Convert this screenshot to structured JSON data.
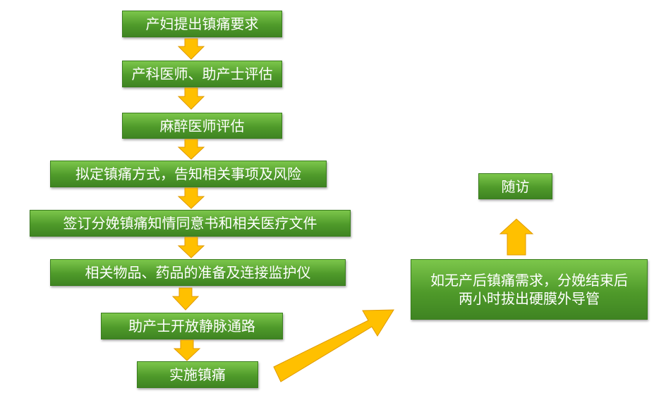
{
  "colors": {
    "box_top": "#7cc64b",
    "box_bottom": "#3f8422",
    "box_border": "#3a7d1e",
    "text": "#ffffff",
    "arrow_fill": "#ffc000",
    "arrow_stroke": "#e09a00"
  },
  "flow": {
    "steps": [
      "产妇提出镇痛要求",
      "产科医师、助产士评估",
      "麻醉医师评估",
      "拟定镇痛方式，告知相关事项及风险",
      "签订分娩镇痛知情同意书和相关医疗文件",
      "相关物品、药品的准备及连接监护仪",
      "助产士开放静脉通路",
      "实施镇痛"
    ],
    "post_box": {
      "line1": "如无产后镇痛需求，分娩结束后",
      "line2": "两小时拔出硬膜外导管"
    },
    "followup": "随访"
  }
}
